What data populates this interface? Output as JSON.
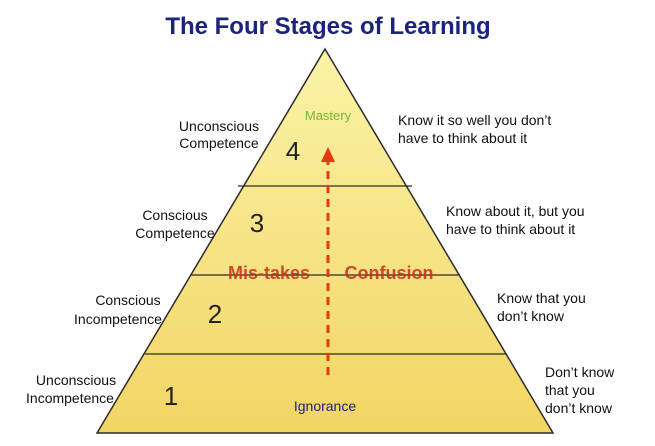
{
  "title": "The Four Stages of Learning",
  "colors": {
    "title": "#1a237e",
    "pyramid_fill": "#f5e27a",
    "pyramid_outline": "#2b2b2b",
    "arrow": "#e23b12",
    "mistakes_text": "#c0301b",
    "confusion_text": "#c0301b",
    "mastery_text": "#7ab53a",
    "ignorance_text": "#1a237e"
  },
  "pyramid": {
    "mastery": "Mastery",
    "ignorance": "Ignorance",
    "mistakes": "Mis-takes",
    "confusion": "Confusion"
  },
  "stages": [
    {
      "number": "4",
      "name_line1": "Unconscious",
      "name_line2": "Competence",
      "desc_line1": "Know it so well you don’t",
      "desc_line2": "have to think about it",
      "desc_line3": ""
    },
    {
      "number": "3",
      "name_line1": "Conscious",
      "name_line2": "Competence",
      "desc_line1": "Know about it, but you",
      "desc_line2": "have to think about it",
      "desc_line3": ""
    },
    {
      "number": "2",
      "name_line1": "Conscious",
      "name_line2": "Incompetence",
      "desc_line1": "Know that you",
      "desc_line2": "don’t know",
      "desc_line3": ""
    },
    {
      "number": "1",
      "name_line1": "Unconscious",
      "name_line2": "Incompetence",
      "desc_line1": "Don’t know",
      "desc_line2": "that you",
      "desc_line3": "don’t know"
    }
  ]
}
